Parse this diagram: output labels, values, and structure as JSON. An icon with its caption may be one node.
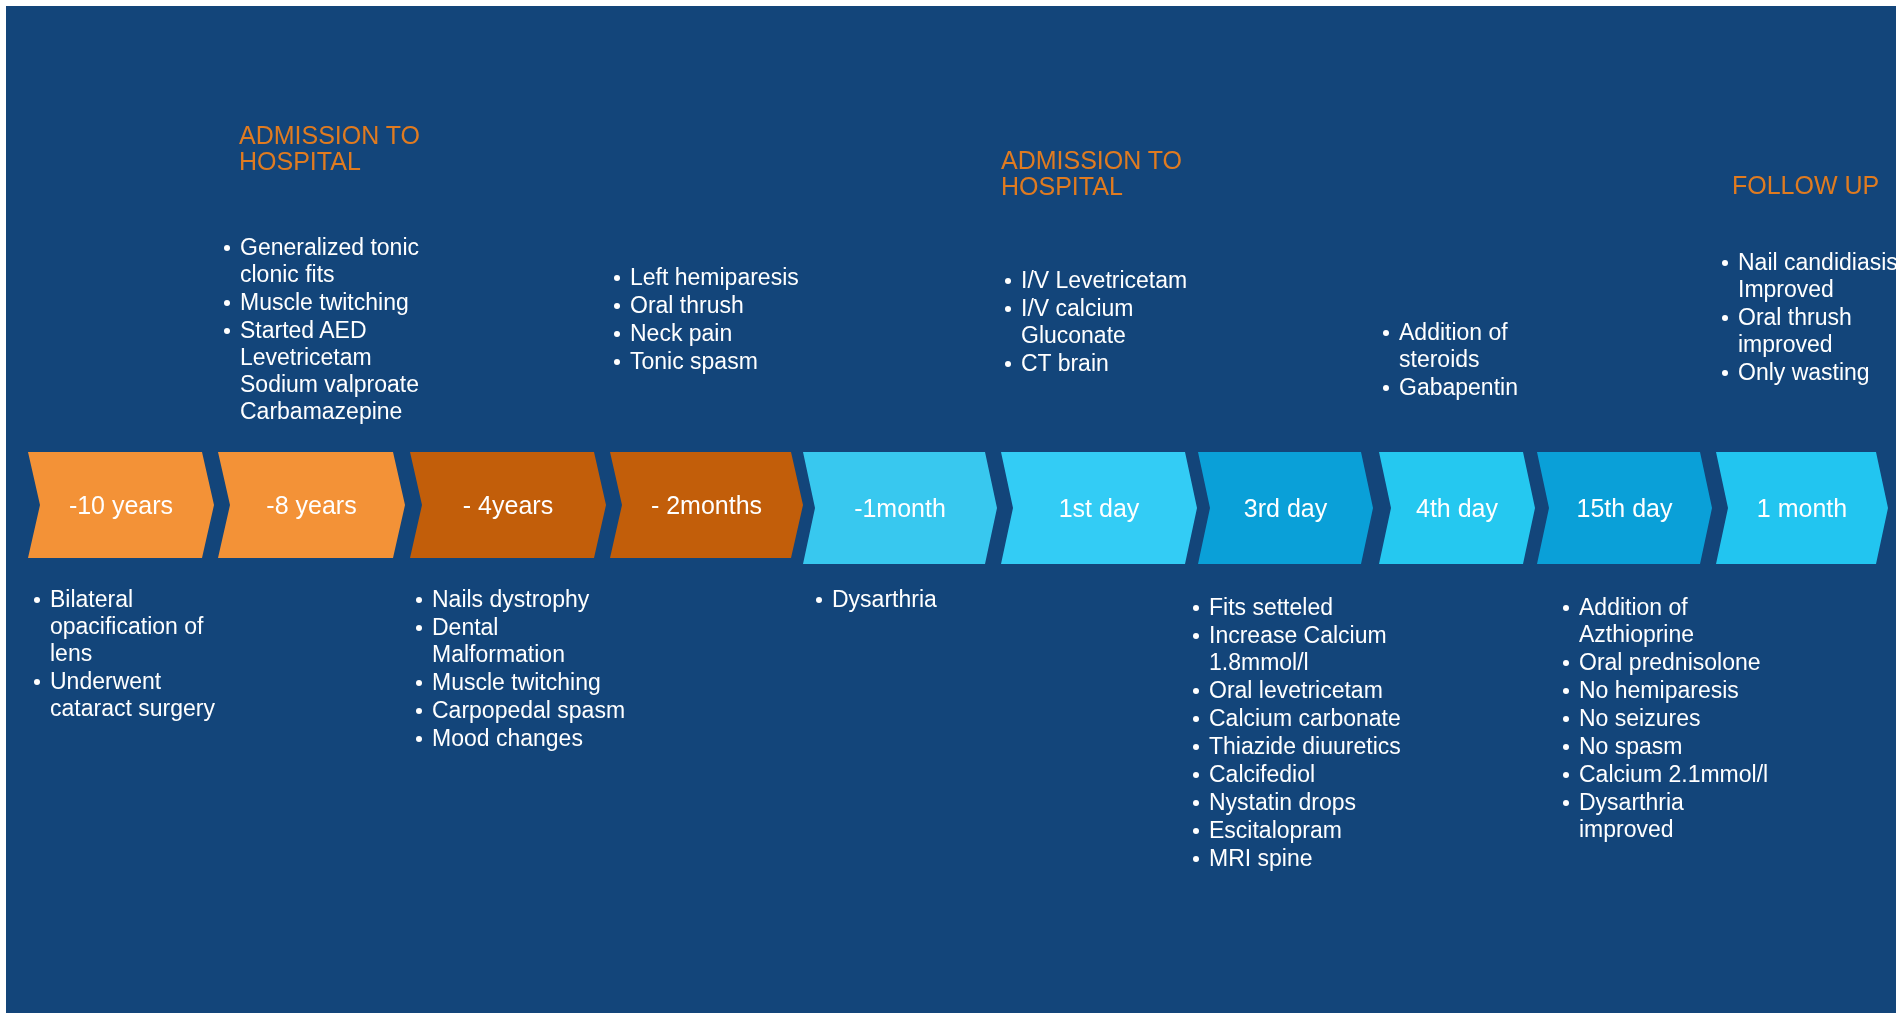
{
  "diagram": {
    "nodes": [
      {
        "text": [
          "-10 years"
        ],
        "beside": [
          "Bilateral opacification of lens",
          "Underwent cataract surgery"
        ]
      },
      {
        "text": [
          "-8 years"
        ],
        "beside": [
          "Generalized tonic clonic fits",
          "Muscle twitching",
          "Started AED Levetricetam Sodium valproate Carbamazepine"
        ]
      },
      {
        "text": [
          "- 4years"
        ],
        "beside": [
          "Nails dystrophy",
          "Dental Malformation",
          "Muscle twitching",
          "Carpopedal spasm",
          "Mood changes"
        ]
      },
      {
        "text": [
          "- 2months"
        ],
        "beside": [
          "Left hemiparesis",
          "Oral thrush",
          "Neck pain",
          "Tonic spasm"
        ]
      },
      {
        "text": [
          "-1month"
        ],
        "beside": [
          "Dysarthria"
        ]
      },
      {
        "text": [
          "1st day"
        ],
        "beside": [
          "I/V Levetricetam",
          "I/V calcium Gluconate",
          "CT brain"
        ]
      },
      {
        "text": [
          "3rd day"
        ],
        "beside": [
          "Fits setteled",
          "Increase Calcium 1.8mmol/l",
          "Oral levetricetam",
          "Calcium carbonate",
          "Thiazide diuuretics",
          "Calcifediol",
          "Nystatin drops",
          "Escitalopram",
          "MRI spine"
        ]
      },
      {
        "text": [
          "4th day"
        ],
        "beside": [
          "Addition of steroids",
          "Gabapentin"
        ]
      },
      {
        "text": [
          "15th day"
        ],
        "beside": [
          "Addition of Azthioprine",
          "Oral prednisolone",
          "No hemiparesis",
          "No seizures",
          "No spasm",
          "Calcium 2.1mmol/l",
          "Dysarthria improved"
        ]
      },
      {
        "text": [
          "1 month"
        ],
        "beside": [
          "Nail candidiasis Improved",
          "Oral thrush improved",
          "Only wasting"
        ]
      }
    ],
    "edges": [],
    "labels": [
      "ADMISSION TO HOSPITAL",
      "ADMISSION TO HOSPITAL",
      "FOLLOW UP"
    ]
  }
}
